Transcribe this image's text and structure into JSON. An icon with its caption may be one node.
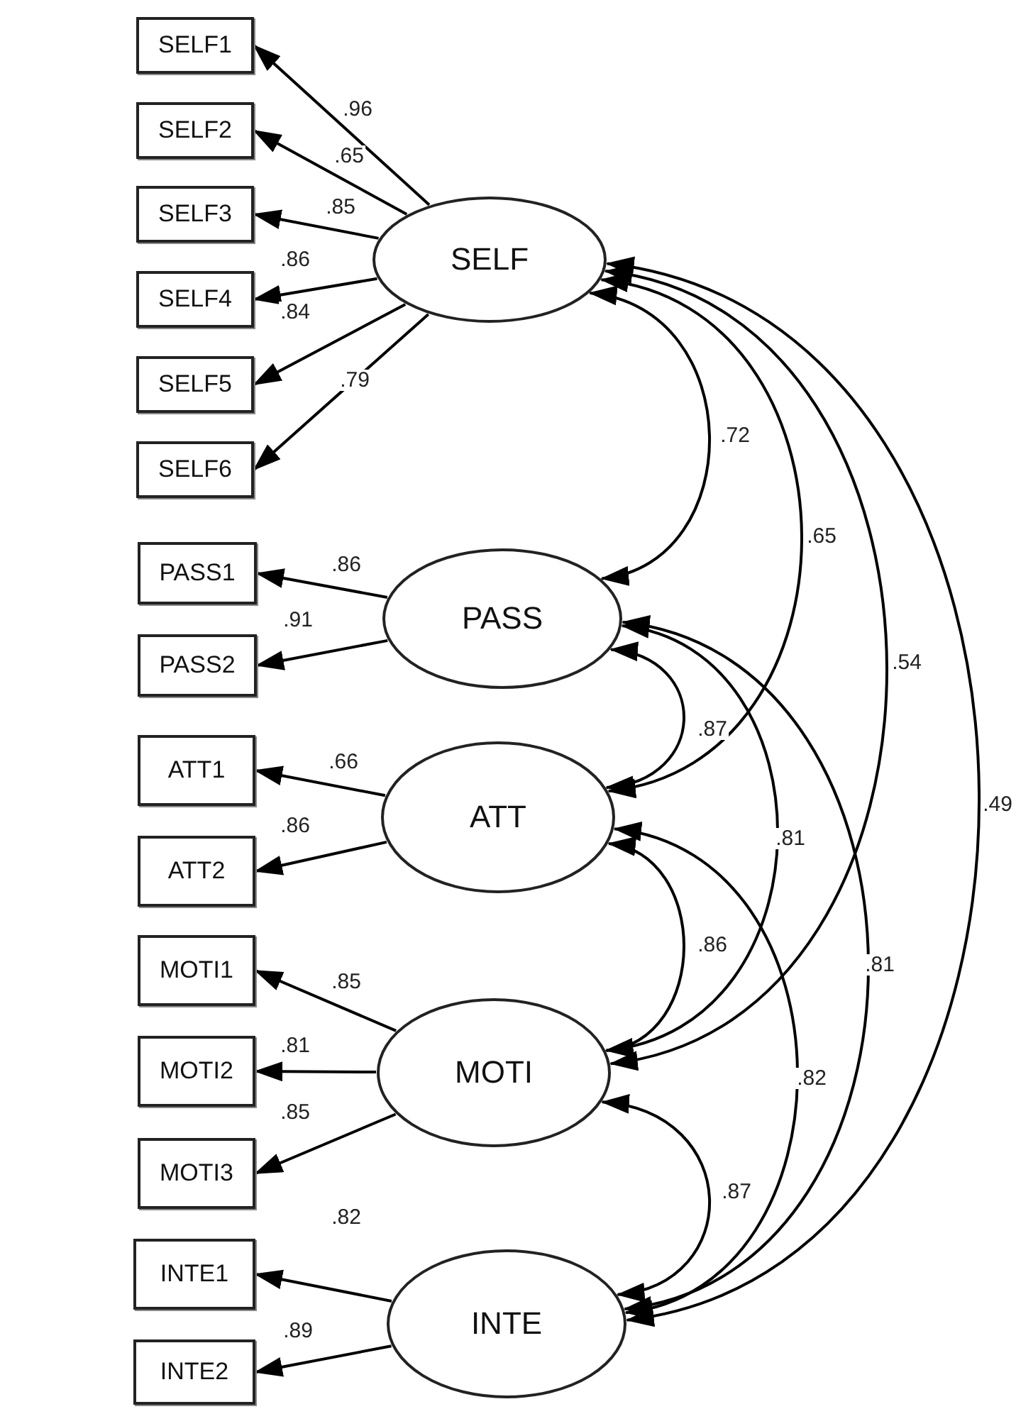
{
  "diagram": {
    "nodes": [
      {
        "text": [
          "SELF"
        ]
      },
      {
        "text": [
          "SELF1"
        ]
      },
      {
        "text": [
          "SELF2"
        ]
      },
      {
        "text": [
          "SELF3"
        ]
      },
      {
        "text": [
          "SELF4"
        ]
      },
      {
        "text": [
          "SELF5"
        ]
      },
      {
        "text": [
          "SELF6"
        ]
      },
      {
        "text": [
          "PASS"
        ]
      },
      {
        "text": [
          "PASS1"
        ]
      },
      {
        "text": [
          "PASS2"
        ]
      },
      {
        "text": [
          "ATT"
        ]
      },
      {
        "text": [
          "ATT1"
        ]
      },
      {
        "text": [
          "ATT2"
        ]
      },
      {
        "text": [
          "MOTI"
        ]
      },
      {
        "text": [
          "MOTI1"
        ]
      },
      {
        "text": [
          "MOTI2"
        ]
      },
      {
        "text": [
          "MOTI3"
        ]
      },
      {
        "text": [
          "INTE"
        ]
      },
      {
        "text": [
          "INTE1"
        ]
      },
      {
        "text": [
          "INTE2"
        ]
      }
    ],
    "edges": [
      {
        "from": 0,
        "to": 1,
        "arrow": "to",
        "label": ".96"
      },
      {
        "from": 0,
        "to": 2,
        "arrow": "to",
        "label": ".65"
      },
      {
        "from": 0,
        "to": 3,
        "arrow": "to",
        "label": ".85"
      },
      {
        "from": 0,
        "to": 4,
        "arrow": "to",
        "label": ".86"
      },
      {
        "from": 0,
        "to": 5,
        "arrow": "to",
        "label": ".84"
      },
      {
        "from": 0,
        "to": 6,
        "arrow": "to",
        "label": ".79"
      },
      {
        "from": 7,
        "to": 8,
        "arrow": "to",
        "label": ".86"
      },
      {
        "from": 7,
        "to": 9,
        "arrow": "to",
        "label": ".91"
      },
      {
        "from": 10,
        "to": 11,
        "arrow": "to",
        "label": ".66"
      },
      {
        "from": 10,
        "to": 12,
        "arrow": "to",
        "label": ".86"
      },
      {
        "from": 13,
        "to": 14,
        "arrow": "to",
        "label": ".85"
      },
      {
        "from": 13,
        "to": 15,
        "arrow": "to",
        "label": ".81"
      },
      {
        "from": 13,
        "to": 16,
        "arrow": "to",
        "label": ".85"
      },
      {
        "from": 17,
        "to": 18,
        "arrow": "to",
        "label": ".82"
      },
      {
        "from": 17,
        "to": 19,
        "arrow": "to",
        "label": ".89"
      },
      {
        "from": 0,
        "to": 7,
        "arrow": "both",
        "label": ".72"
      },
      {
        "from": 0,
        "to": 10,
        "arrow": "both",
        "label": ".65"
      },
      {
        "from": 0,
        "to": 13,
        "arrow": "both",
        "label": ".54"
      },
      {
        "from": 0,
        "to": 17,
        "arrow": "both",
        "label": ".49"
      },
      {
        "from": 7,
        "to": 10,
        "arrow": "both",
        "label": ".87"
      },
      {
        "from": 7,
        "to": 13,
        "arrow": "both",
        "label": ".81"
      },
      {
        "from": 7,
        "to": 17,
        "arrow": "both",
        "label": ".81"
      },
      {
        "from": 10,
        "to": 13,
        "arrow": "both",
        "label": ".86"
      },
      {
        "from": 10,
        "to": 17,
        "arrow": "both",
        "label": ".82"
      },
      {
        "from": 13,
        "to": 17,
        "arrow": "both",
        "label": ".87"
      }
    ]
  }
}
